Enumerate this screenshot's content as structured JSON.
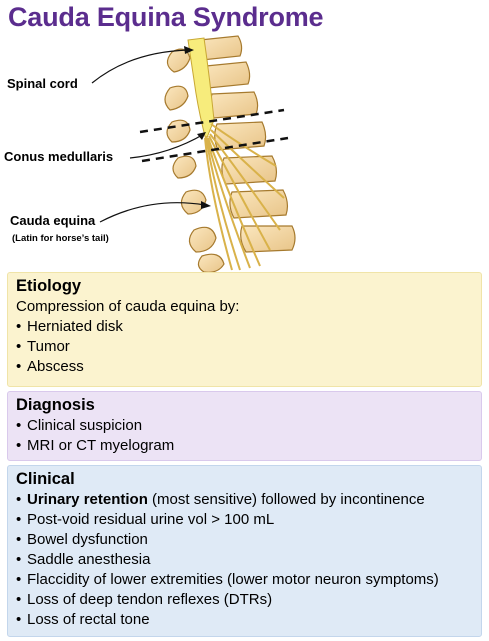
{
  "title": "Cauda Equina Syndrome",
  "figure": {
    "labels": {
      "spinal_cord": "Spinal cord",
      "conus_medullaris": "Conus medullaris",
      "cauda_equina": "Cauda equina",
      "cauda_equina_note": "(Latin for horse’s tail)"
    },
    "colors": {
      "bone": "#f3d7a2",
      "bone_outline": "#a67a2e",
      "cord": "#f7ec7c",
      "nerve": "#d9b24a"
    }
  },
  "etiology": {
    "heading": "Etiology",
    "intro": "Compression of cauda equina by:",
    "items": [
      "Herniated disk",
      "Tumor",
      "Abscess"
    ],
    "color": "#fbf3cf"
  },
  "diagnosis": {
    "heading": "Diagnosis",
    "items": [
      "Clinical suspicion",
      "MRI or CT myelogram"
    ],
    "color": "#ece3f5"
  },
  "clinical": {
    "heading": "Clinical",
    "first_item_bold": "Urinary retention",
    "first_item_rest": " (most sensitive) followed by incontinence",
    "items": [
      "Post-void residual urine vol > 100 mL",
      "Bowel dysfunction",
      "Saddle anesthesia",
      "Flaccidity of lower extremities (lower motor neuron symptoms)",
      "Loss of deep tendon reflexes (DTRs)",
      "Loss of rectal tone"
    ],
    "color": "#dfeaf6"
  },
  "bullet": "•"
}
